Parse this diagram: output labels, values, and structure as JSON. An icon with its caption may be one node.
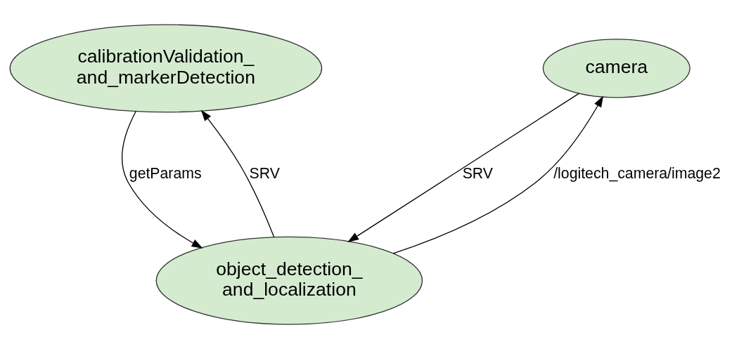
{
  "diagram": {
    "nodes": [
      {
        "text": [
          "calibrationValidation_ and_markerDetection"
        ]
      },
      {
        "text": [
          "camera"
        ]
      },
      {
        "text": [
          "object_detection_ and_localization"
        ]
      }
    ],
    "edges": [
      {
        "from": 0,
        "to": 2,
        "arrow": "to",
        "label": "getParams"
      },
      {
        "from": 2,
        "to": 0,
        "arrow": "to",
        "label": "SRV"
      },
      {
        "from": 1,
        "to": 2,
        "arrow": "to",
        "label": "SRV"
      },
      {
        "from": 2,
        "to": 1,
        "arrow": "to",
        "label": "/logitech_camera/image2"
      }
    ]
  }
}
